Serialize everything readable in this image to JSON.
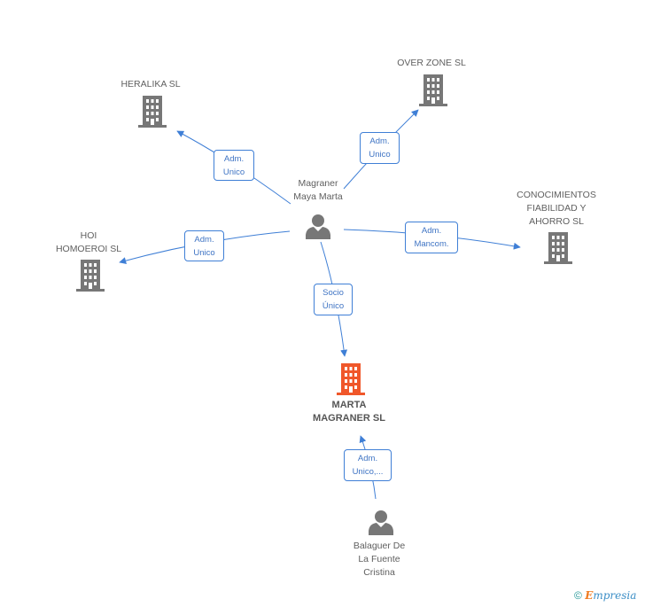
{
  "nodes": {
    "heralika": {
      "label": "HERALIKA SL"
    },
    "overzone": {
      "label": "OVER ZONE  SL"
    },
    "magraner": {
      "label": "Magraner\nMaya Marta"
    },
    "conocimientos": {
      "label": "CONOCIMIENTOS\nFIABILIDAD Y\nAHORRO SL"
    },
    "hoi": {
      "label": "HOI\nHOMOEROI SL"
    },
    "marta": {
      "label": "MARTA\nMAGRANER SL"
    },
    "balaguer": {
      "label": "Balaguer De\nLa Fuente\nCristina"
    }
  },
  "edges": {
    "to_heralika": "Adm.\nUnico",
    "to_overzone": "Adm.\nUnico",
    "to_conocimientos": "Adm.\nMancom.",
    "to_hoi": "Adm.\nUnico",
    "to_marta": "Socio\nÚnico",
    "balaguer_to_marta": "Adm.\nUnico,..."
  },
  "footer": {
    "copyright": "©",
    "brand_initial": "E",
    "brand_rest": "mpresia"
  },
  "colors": {
    "edge": "#3f7fd6",
    "company": "#777777",
    "focus_company": "#f0572a",
    "person": "#777777"
  }
}
